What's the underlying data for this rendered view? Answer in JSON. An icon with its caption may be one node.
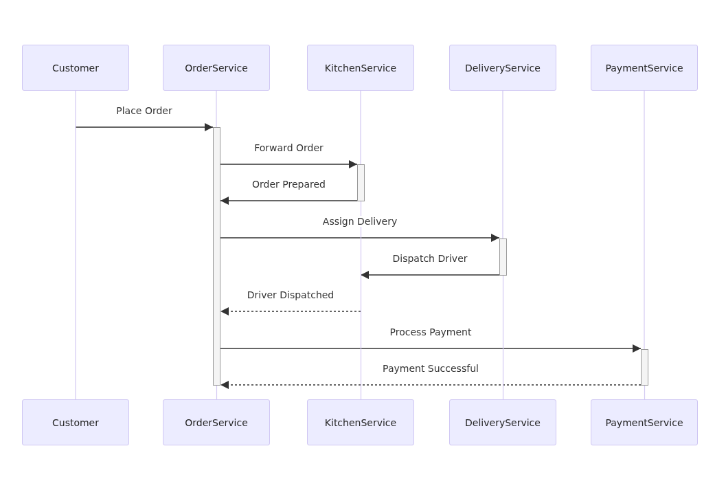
{
  "diagram": {
    "nodes": [
      {
        "text": [
          "Customer"
        ]
      },
      {
        "text": [
          "OrderService"
        ]
      },
      {
        "text": [
          "KitchenService"
        ]
      },
      {
        "text": [
          "DeliveryService"
        ]
      },
      {
        "text": [
          "PaymentService"
        ]
      },
      {
        "text": [],
        "shape": "bar"
      },
      {
        "text": [],
        "shape": "bar"
      },
      {
        "text": [],
        "shape": "bar"
      },
      {
        "text": [],
        "shape": "bar"
      },
      {
        "text": [
          "Customer"
        ]
      },
      {
        "text": [
          "OrderService"
        ]
      },
      {
        "text": [
          "KitchenService"
        ]
      },
      {
        "text": [
          "DeliveryService"
        ]
      },
      {
        "text": [
          "PaymentService"
        ]
      }
    ],
    "edges": [
      {
        "from": null,
        "to": 5,
        "arrow": "to",
        "label": "Place Order",
        "color": "#333333"
      },
      {
        "from": 5,
        "to": 6,
        "arrow": "to",
        "label": "Forward Order",
        "color": "#333333"
      },
      {
        "from": 6,
        "to": 5,
        "arrow": "to",
        "label": "Order Prepared",
        "color": "#333333"
      },
      {
        "from": 5,
        "to": 7,
        "arrow": "to",
        "label": "Assign Delivery",
        "color": "#333333"
      },
      {
        "from": 7,
        "to": null,
        "arrow": "to",
        "label": "Dispatch Driver",
        "color": "#333333"
      },
      {
        "from": null,
        "to": 5,
        "arrow": "to",
        "label": "Driver Dispatched",
        "style": "dashed",
        "color": "#333333"
      },
      {
        "from": 5,
        "to": 8,
        "arrow": "to",
        "label": "Process Payment",
        "color": "#333333"
      },
      {
        "from": 8,
        "to": 5,
        "arrow": "to",
        "label": "Payment Successful",
        "style": "dashed",
        "color": "#333333"
      },
      {
        "from": 0,
        "to": 9,
        "arrow": "none"
      },
      {
        "from": 1,
        "to": 5,
        "arrow": "none"
      },
      {
        "from": 5,
        "to": 10,
        "arrow": "none"
      },
      {
        "from": 2,
        "to": 6,
        "arrow": "none"
      },
      {
        "from": 6,
        "to": 11,
        "arrow": "none"
      },
      {
        "from": 3,
        "to": 7,
        "arrow": "none"
      },
      {
        "from": 7,
        "to": 12,
        "arrow": "none"
      },
      {
        "from": 4,
        "to": 8,
        "arrow": "none"
      },
      {
        "from": 8,
        "to": 13,
        "arrow": "none"
      }
    ]
  }
}
